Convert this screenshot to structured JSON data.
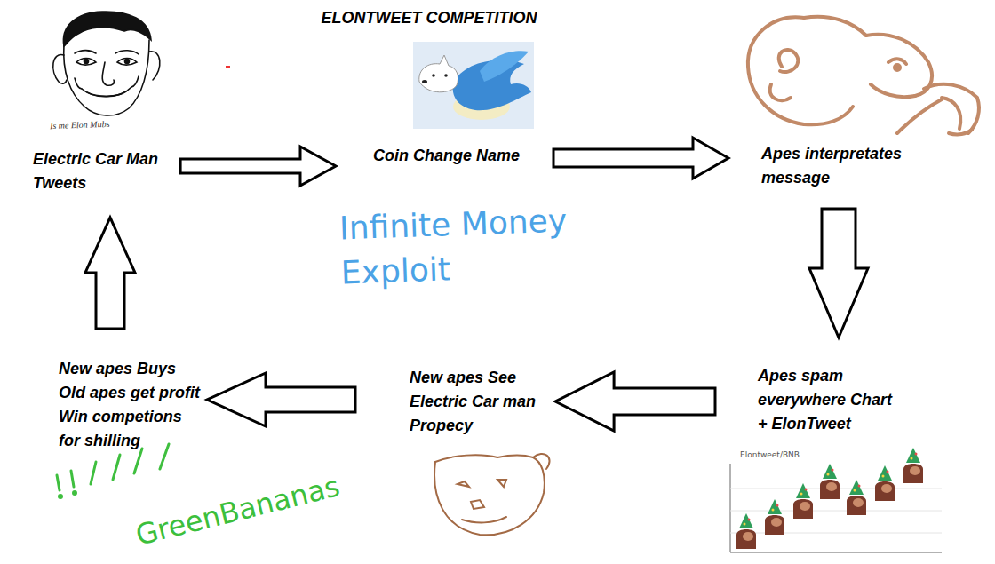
{
  "diagram": {
    "title": "ELONTWEET COMPETITION",
    "nodes": [
      {
        "text": [
          "Electric Car Man Tweets"
        ]
      },
      {
        "text": [
          "Coin Change Name"
        ]
      },
      {
        "text": [
          "Apes interpretates message"
        ]
      },
      {
        "text": [
          "Apes spam everywhere Chart + ElonTweet"
        ]
      },
      {
        "text": [
          "New apes See Electric Car man Propecy"
        ]
      },
      {
        "text": [
          "New apes Buys Old apes get profit Win competions for shilling"
        ]
      }
    ],
    "edges": [
      {
        "from": 0,
        "to": 1,
        "arrow": "to"
      },
      {
        "from": 1,
        "to": 2,
        "arrow": "to"
      },
      {
        "from": 2,
        "to": 3,
        "arrow": "to"
      },
      {
        "from": 3,
        "to": 4,
        "arrow": "to"
      },
      {
        "from": 4,
        "to": 5,
        "arrow": "to"
      },
      {
        "from": 5,
        "to": 0,
        "arrow": "to"
      }
    ],
    "labels": [
      "Is me Elon Mubs",
      "Infinite Money Exploit",
      "Elontweet/BNB",
      "GreenBananas"
    ]
  }
}
